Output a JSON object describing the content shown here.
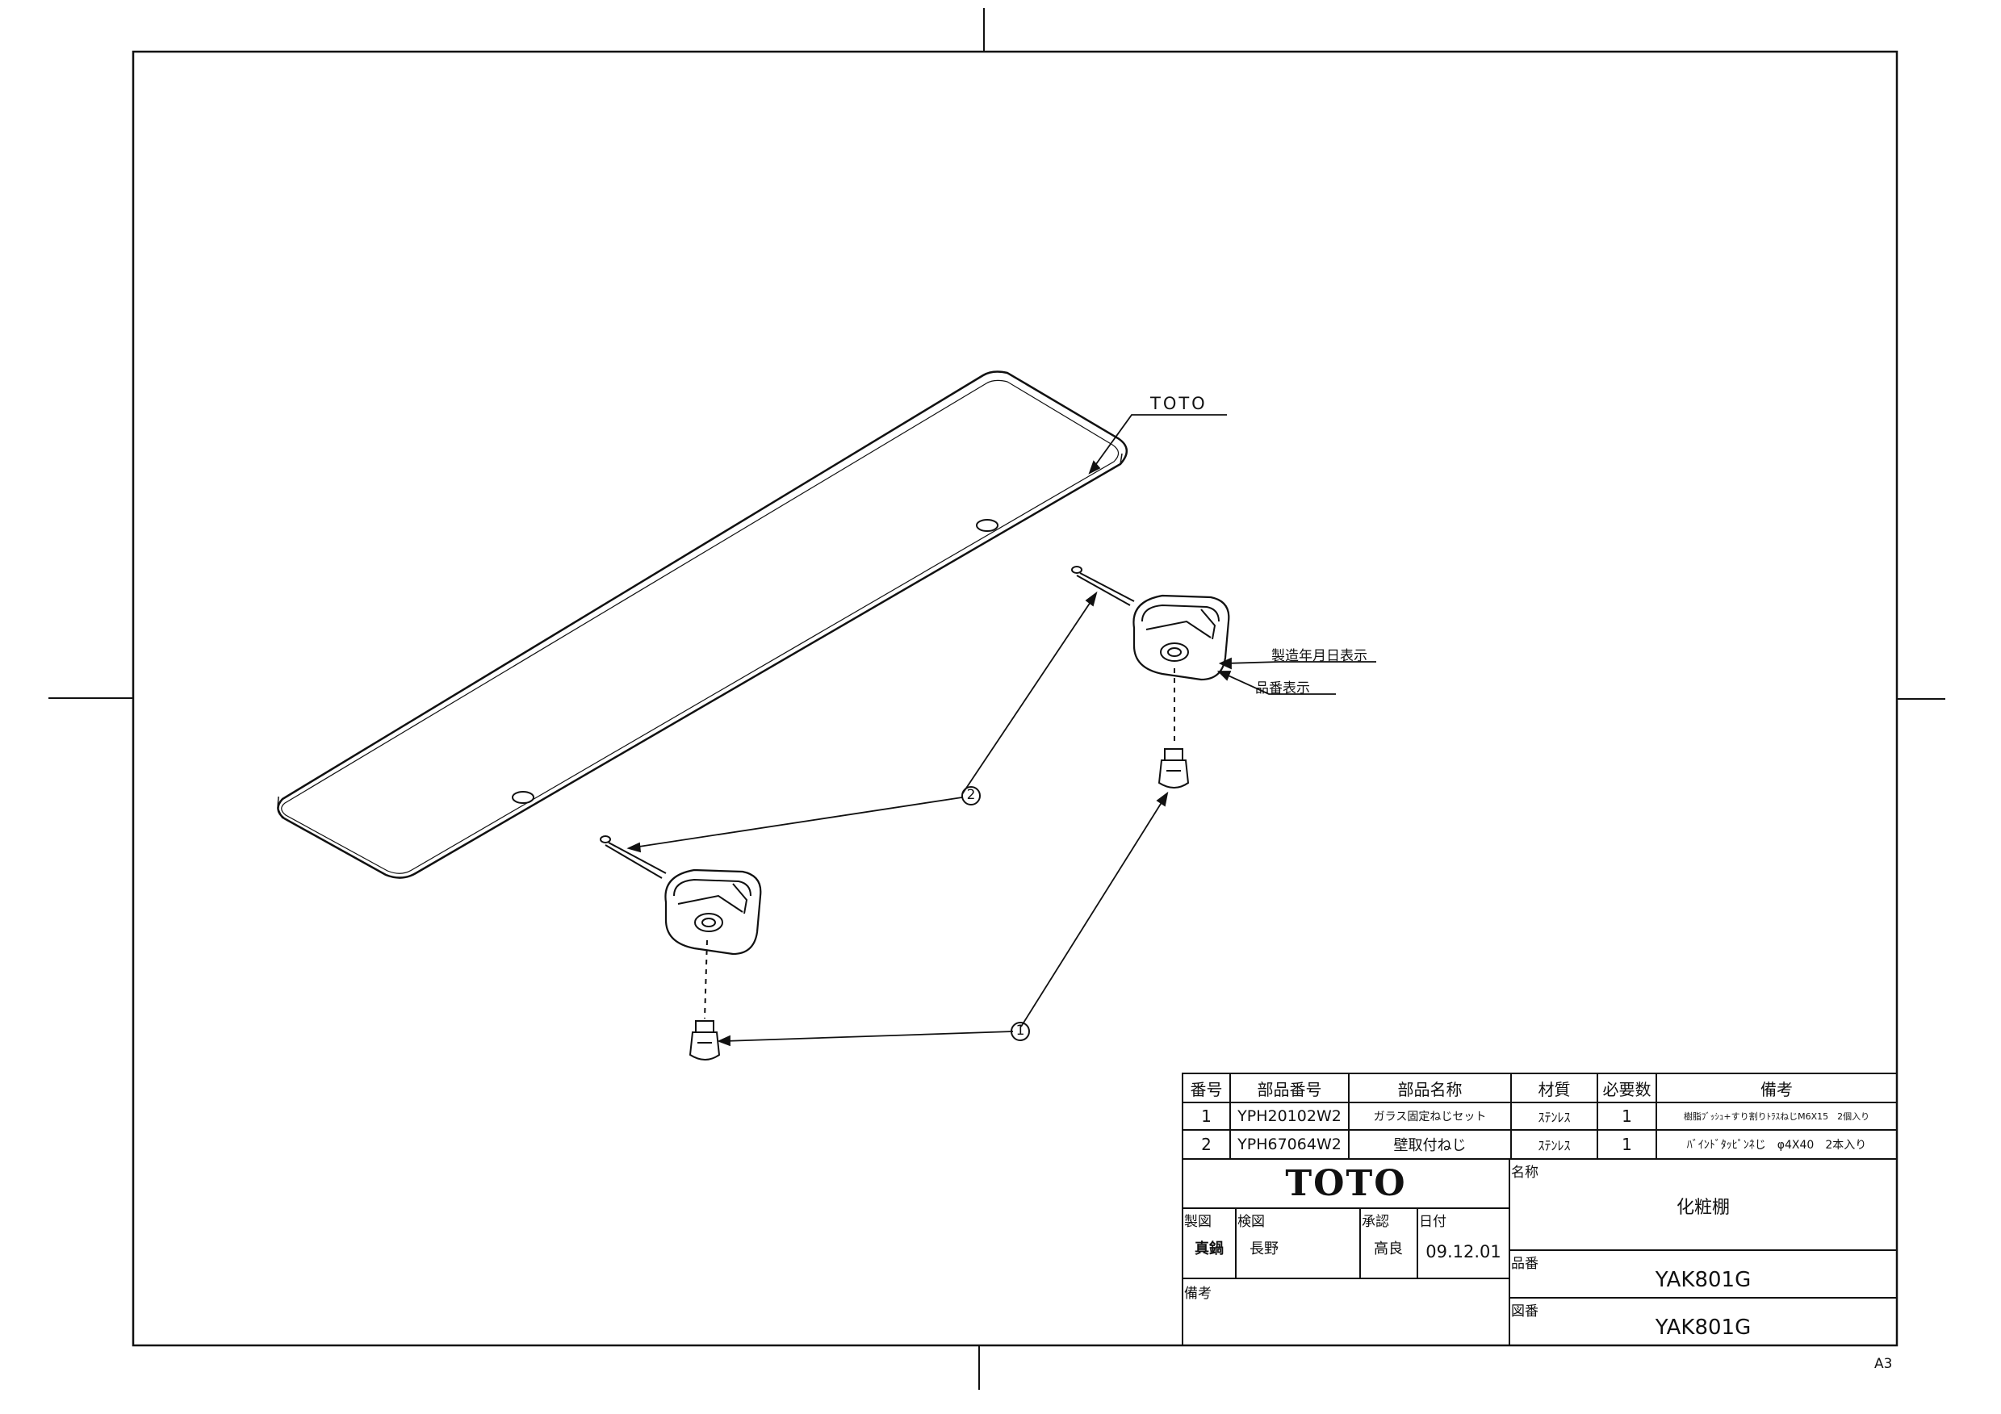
{
  "callouts": {
    "brand_label": "TOTO",
    "date_mark": "製造年月日表示",
    "part_mark": "品番表示",
    "balloon_1": "1",
    "balloon_2": "2"
  },
  "parts_table": {
    "headers": [
      "番号",
      "部品番号",
      "部品名称",
      "材質",
      "必要数",
      "備考"
    ],
    "rows": [
      [
        "1",
        "YPH20102W2",
        "ガラス固定ねじセット",
        "ｽﾃﾝﾚｽ",
        "1",
        "樹脂ﾌﾞｯｼｭ+すり割りﾄﾗｽねじM6X15　2個入り"
      ],
      [
        "2",
        "YPH67064W2",
        "壁取付ねじ",
        "ｽﾃﾝﾚｽ",
        "1",
        "ﾊﾞｲﾝﾄﾞﾀｯﾋﾟﾝﾈじ　φ4X40　2本入り"
      ]
    ]
  },
  "title_block": {
    "brand": "TOTO",
    "drawn_label": "製図",
    "drawn_by": "真鍋",
    "checked_label": "検図",
    "checked_by": "長野",
    "approved_label": "承認",
    "approved_by": "高良",
    "date_label": "日付",
    "date": "09.12.01",
    "remarks_label": "備考",
    "name_label": "名称",
    "name": "化粧棚",
    "product_label": "品番",
    "product_no": "YAK801G",
    "drawing_label": "図番",
    "drawing_no": "YAK801G"
  },
  "sheet_size": "A3"
}
